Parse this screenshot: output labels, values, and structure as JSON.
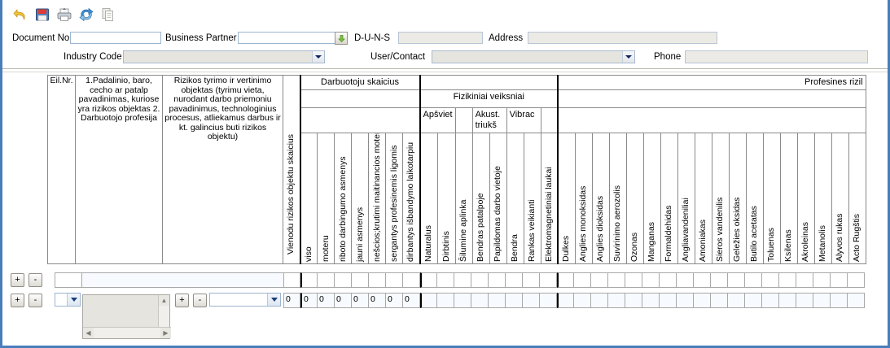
{
  "toolbar": {
    "icons": [
      {
        "name": "undo-icon",
        "label": "Undo"
      },
      {
        "name": "save-icon",
        "label": "Save"
      },
      {
        "name": "print-icon",
        "label": "Print"
      },
      {
        "name": "refresh-icon",
        "label": "Refresh"
      },
      {
        "name": "copy-icon",
        "label": "Copy"
      }
    ]
  },
  "form": {
    "document_no": {
      "label": "Document No",
      "value": ""
    },
    "business_partner": {
      "label": "Business Partner",
      "value": ""
    },
    "duns": {
      "label": "D-U-N-S",
      "value": ""
    },
    "address": {
      "label": "Address",
      "value": ""
    },
    "industry_code": {
      "label": "Industry Code",
      "value": ""
    },
    "user_contact": {
      "label": "User/Contact",
      "value": ""
    },
    "phone": {
      "label": "Phone",
      "value": ""
    }
  },
  "grid": {
    "headers": {
      "eil_nr": "Eil.Nr.",
      "col1": "1.Padalinio, baro, cecho ar patalp pavadinimas, kuriose yra rizikos objektas 2. Darbuotojo profesija",
      "col2": "Rizikos tyrimo ir vertinimo objektas (tyrimu vieta, nurodant darbo priemoniu pavadinimus, technologinius procesus, atliekamus darbus ir kt. galincius buti rizikos objektu)",
      "vienodu": "Vienodu rizikos objektu skaicius",
      "darbuotoju_skaicius": "Darbuotoju skaicius",
      "fizikiniai": "Fizikiniai veiksniai",
      "profesines": "Profesines rizil",
      "apsviet": "Apšviet",
      "akust": "Akust. triukš",
      "vibrac": "Vibrac"
    },
    "workers_cols": [
      "viso",
      "moteru",
      "riboto darbingumo asmenys",
      "jauni asmenys",
      "nešcios;krutimi maitinancios moterys",
      "sergantys profesinemis ligomis",
      "dirbantys išbandymo laikotarpiu"
    ],
    "physical_cols": [
      "Naturalus",
      "Dirbtinis",
      "Šilumine aplinka",
      "Bendras patalpoje",
      "Papildomas darbo vietoje",
      "Bendra",
      "Rankas veikianti",
      "Elektromagnetiniai laukai"
    ],
    "chemical_cols": [
      "Dulkes",
      "Anglies monoksidas",
      "Anglies dioksidas",
      "Suvirinimo aerozolis",
      "Ozonas",
      "Manganas",
      "Formaldehidas",
      "Angliavandeniliai",
      "Amoniakas",
      "Sieros vandenilis",
      "Geležies oksidas",
      "Butilo acetatas",
      "Toluenas",
      "Ksilenas",
      "Akroleinas",
      "Metanolis",
      "Alyvos rukas",
      "Acto Rugštis"
    ]
  },
  "rows": {
    "row1": {
      "add_label": "+",
      "remove_label": "-",
      "eil_nr": "",
      "name": "",
      "counts": [
        "",
        "",
        "",
        "",
        "",
        "",
        "",
        ""
      ]
    },
    "row2": {
      "add_label": "+",
      "remove_label": "-",
      "selector_value": "",
      "memo_value": "",
      "inner_add_label": "+",
      "inner_remove_label": "-",
      "inner_combo_value": "",
      "counts": [
        "0",
        "0",
        "0",
        "0",
        "0",
        "0",
        "0",
        "0"
      ]
    }
  },
  "colors": {
    "window_border": "#4a7ebb",
    "grid_line": "#8a8a8a",
    "thick_line": "#000000",
    "readonly_bg": "#e6e4de",
    "input_border": "#9db4d0"
  }
}
